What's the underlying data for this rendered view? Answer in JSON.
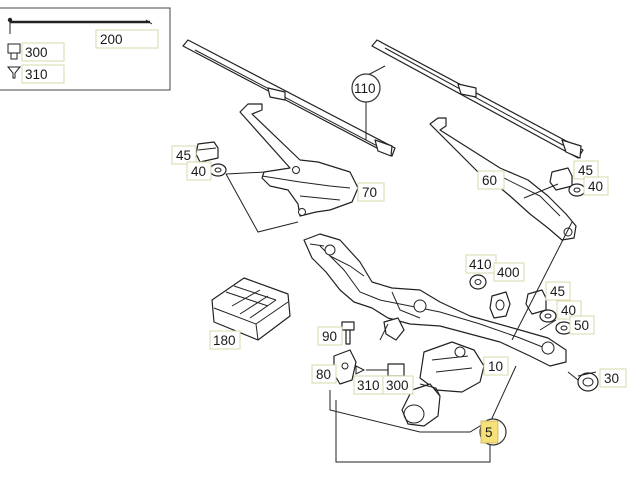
{
  "legend": {
    "items": [
      {
        "key": "line",
        "label": "200"
      },
      {
        "key": "connector",
        "label": "300"
      },
      {
        "key": "seal",
        "label": "310"
      }
    ]
  },
  "callouts": {
    "c5": "5",
    "c10": "10",
    "c30": "30",
    "c40a": "40",
    "c40b": "40",
    "c40c": "40",
    "c45a": "45",
    "c45b": "45",
    "c45c": "45",
    "c50": "50",
    "c60": "60",
    "c70": "70",
    "c80": "80",
    "c90": "90",
    "c110": "110",
    "c180": "180",
    "c300": "300",
    "c310": "310",
    "c400": "400",
    "c410": "410"
  },
  "colors": {
    "highlight": "#f5e07a",
    "label_border": "#d8d8a8",
    "stroke": "#222222"
  }
}
